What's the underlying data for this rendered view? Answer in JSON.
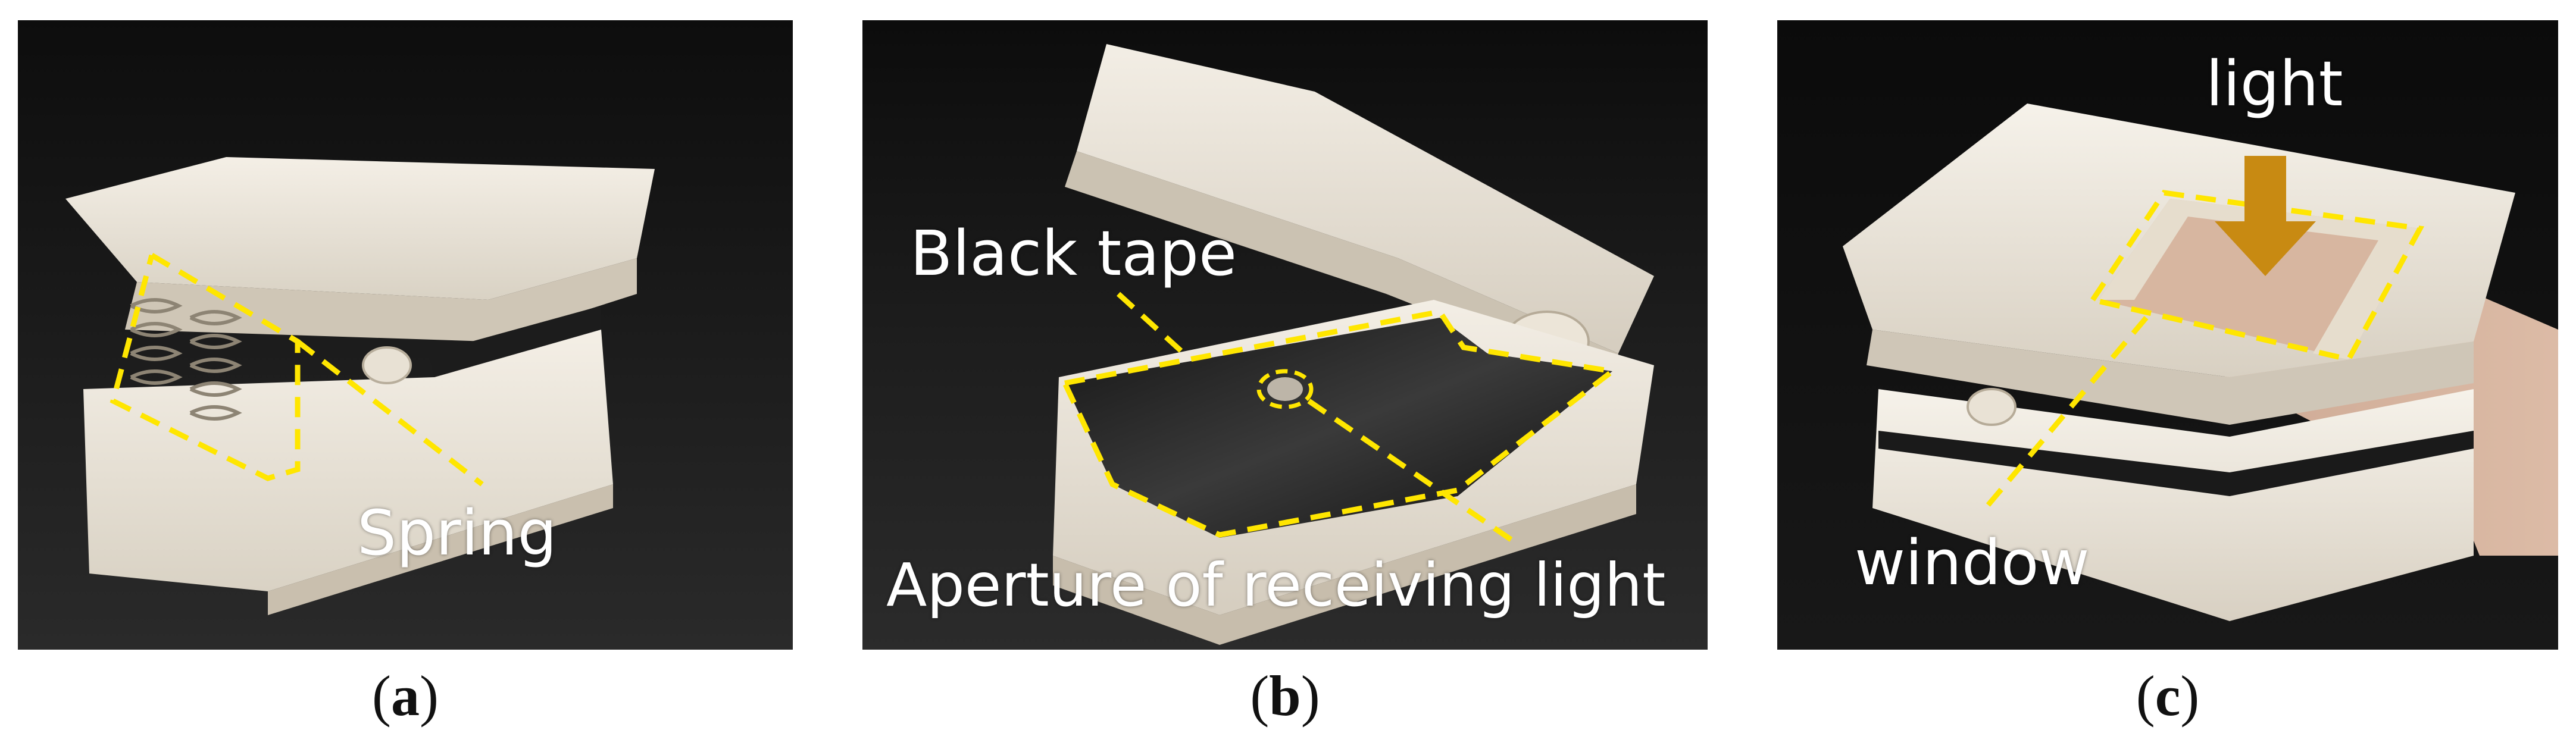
{
  "panels": [
    {
      "id": "a",
      "caption_open": "(",
      "caption_letter": "a",
      "caption_close": ")",
      "labels": {
        "spring": "Spring"
      }
    },
    {
      "id": "b",
      "caption_open": "(",
      "caption_letter": "b",
      "caption_close": ")",
      "labels": {
        "black_tape": "Black tape",
        "aperture": "Aperture of receiving light"
      }
    },
    {
      "id": "c",
      "caption_open": "(",
      "caption_letter": "c",
      "caption_close": ")",
      "labels": {
        "light": "light",
        "window": "window"
      }
    }
  ],
  "colors": {
    "annotation_dash": "#ffe600",
    "arrow": "#c88a12",
    "label_text": "#ffffff"
  }
}
